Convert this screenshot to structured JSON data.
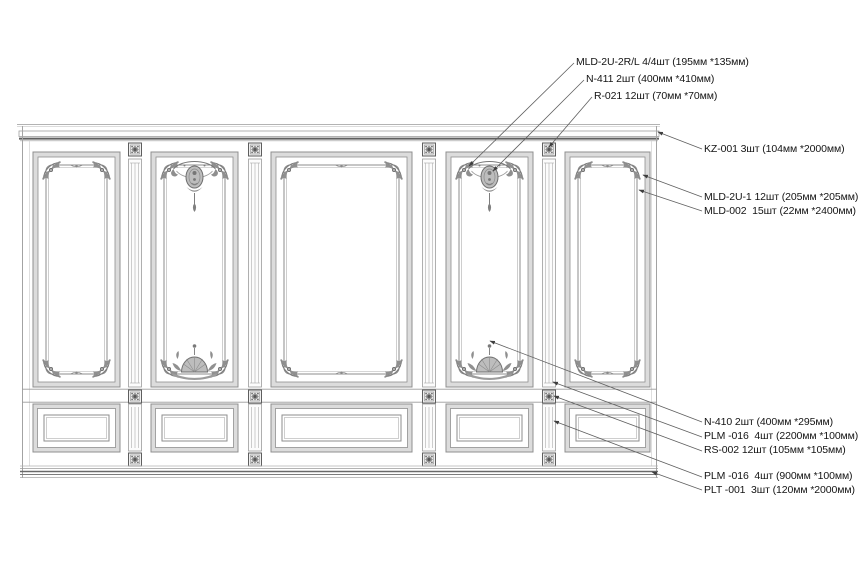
{
  "drawing": {
    "kind": "classic wall paneling elevation (boiserie) with molding callouts",
    "units": "мм",
    "background": "#ffffff",
    "colors": {
      "panel_band_fill": "#dcdcdc",
      "frame_line": "#8f8f8f",
      "ornament": "#808080",
      "dark_line": "#5a5a5a",
      "leader_line": "#5f5f5f",
      "text": "#141414"
    }
  },
  "annotations": [
    {
      "id": "mld-2u-2rl",
      "label": "MLD-2U-2R/L 4/4шт (195мм *135мм)",
      "code": "MLD-2U-2R/L",
      "quantity": "4/4шт",
      "dimensions": "195мм *135мм",
      "target": "panel corner ornament"
    },
    {
      "id": "n-411",
      "label": "N-411 2шт (400мм *410мм)",
      "code": "N-411",
      "quantity": "2шт",
      "dimensions": "400мм *410мм",
      "target": "top center cartouche"
    },
    {
      "id": "r-021",
      "label": "R-021 12шт (70мм *70мм)",
      "code": "R-021",
      "quantity": "12шт",
      "dimensions": "70мм *70мм",
      "target": "pilaster rosette (top)"
    },
    {
      "id": "kz-001",
      "label": "KZ-001 3шт (104мм *2000мм)",
      "code": "KZ-001",
      "quantity": "3шт",
      "dimensions": "104мм *2000мм",
      "target": "cornice"
    },
    {
      "id": "mld-2u-1",
      "label": "MLD-2U-1 12шт (205мм *205мм)",
      "code": "MLD-2U-1",
      "quantity": "12шт",
      "dimensions": "205мм *205мм",
      "target": "panel corner ornament"
    },
    {
      "id": "mld-002",
      "label": "MLD-002  15шт (22мм *2400мм)",
      "code": "MLD-002",
      "quantity": "15шт",
      "dimensions": "22мм *2400мм",
      "target": "panel frame molding"
    },
    {
      "id": "n-410",
      "label": "N-410 2шт (400мм *295мм)",
      "code": "N-410",
      "quantity": "2шт",
      "dimensions": "400мм *295мм",
      "target": "bottom center cartouche"
    },
    {
      "id": "plm-016-long",
      "label": "PLM -016  4шт (2200мм *100мм)",
      "code": "PLM -016",
      "quantity": "4шт",
      "dimensions": "2200мм *100мм",
      "target": "pilaster shaft (tall)"
    },
    {
      "id": "rs-002",
      "label": "RS-002 12шт (105мм *105мм)",
      "code": "RS-002",
      "quantity": "12шт",
      "dimensions": "105мм *105мм",
      "target": "pilaster rosette (rail)"
    },
    {
      "id": "plm-016-short",
      "label": "PLM -016  4шт (900мм *100мм)",
      "code": "PLM -016",
      "quantity": "4шт",
      "dimensions": "900мм *100мм",
      "target": "pilaster shaft (dado)"
    },
    {
      "id": "plt-001",
      "label": "PLT -001  3шт (120мм *2000мм)",
      "code": "PLT -001",
      "quantity": "3шт",
      "dimensions": "120мм *2000мм",
      "target": "baseboard plinth"
    }
  ]
}
